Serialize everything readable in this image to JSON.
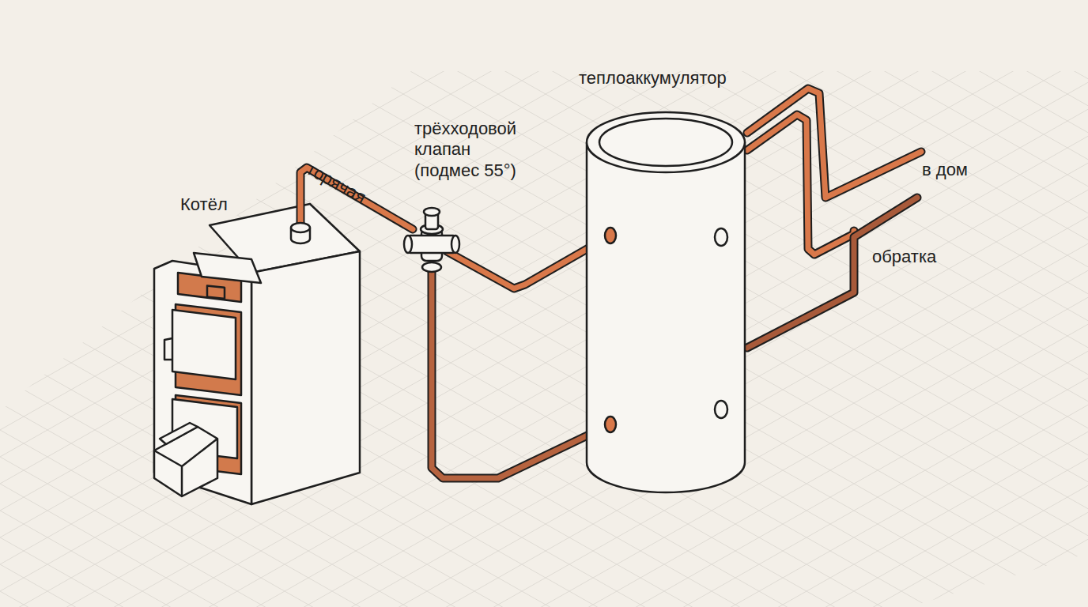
{
  "diagram": {
    "labels": [
      "Котёл",
      "горячая",
      "трёхходовой клапан (подмес 55°)",
      "теплоаккумулятор",
      "в дом",
      "обратка"
    ]
  }
}
